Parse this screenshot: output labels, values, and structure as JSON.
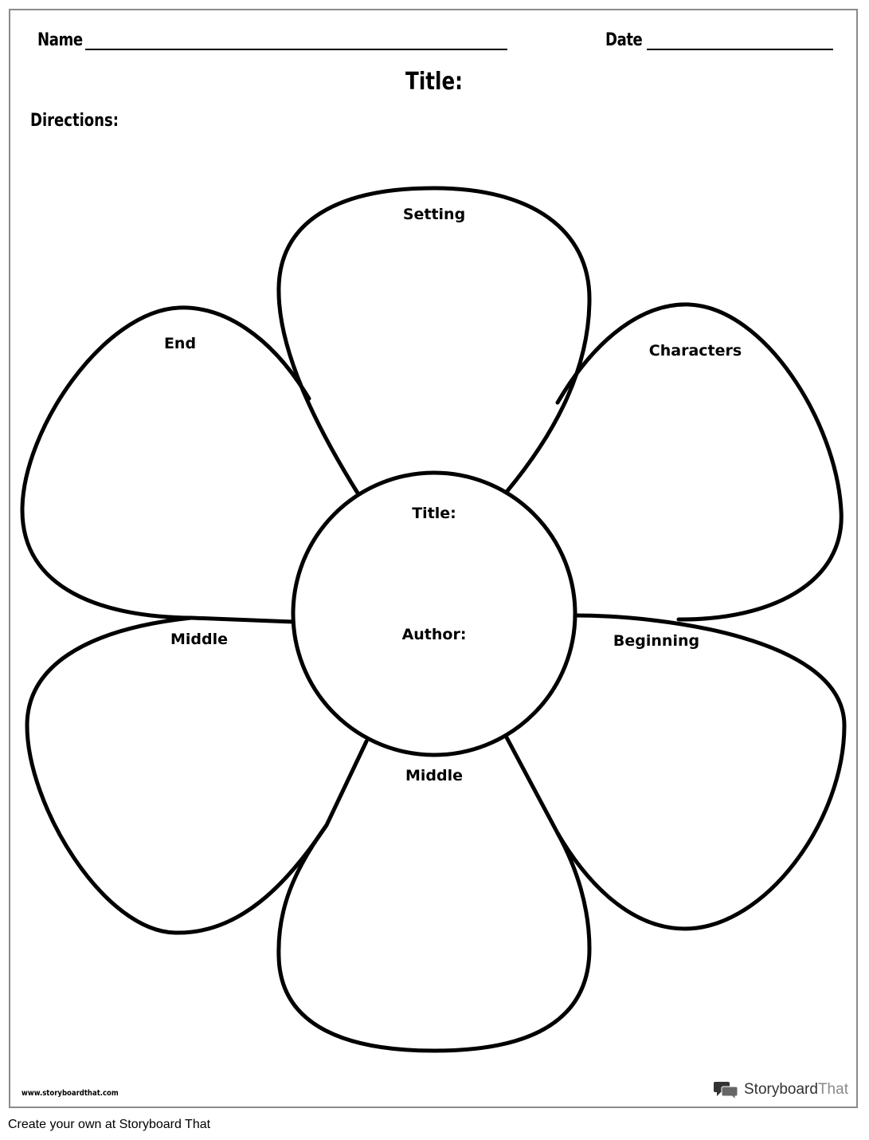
{
  "header": {
    "name_label": "Name",
    "date_label": "Date",
    "title_label": "Title:",
    "directions_label": "Directions:"
  },
  "flower": {
    "center": {
      "title_label": "Title:",
      "author_label": "Author:"
    },
    "petals": {
      "top": "Setting",
      "upper_right": "Characters",
      "lower_right": "Beginning",
      "bottom": "Middle",
      "lower_left": "Middle",
      "upper_left": "End"
    }
  },
  "footer": {
    "url": "www.storyboardthat.com",
    "brand_part1": "Storyboard",
    "brand_part2": "That",
    "credit": "Create your own at Storyboard That"
  }
}
